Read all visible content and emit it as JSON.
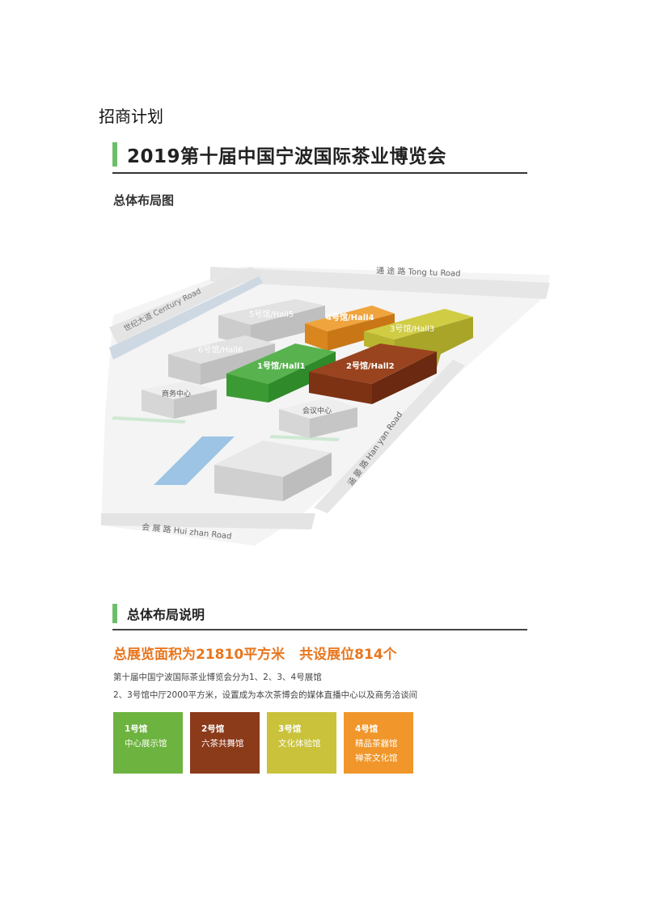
{
  "doc_heading": "招商计划",
  "main_title": "2019第十届中国宁波国际茶业博览会",
  "layout_label": "总体布局图",
  "map": {
    "roads": {
      "century": "世纪大道 Century Road",
      "tongtu": "通 途 路  Tong tu Road",
      "hanyan": "涵 晏 路  Han yan Road",
      "huizhan": "会 展 路  Hui zhan Road"
    },
    "halls": {
      "h1": "1号馆/Hall1",
      "h2": "2号馆/Hall2",
      "h3": "3号馆/Hall3",
      "h4": "4号馆/Hall4",
      "h5": "5号馆/Hall5",
      "h6": "6号馆/Hall6",
      "business": "商务中心",
      "conference": "会议中心"
    },
    "colors": {
      "hall1": "#4aa843",
      "hall2": "#8b3a1a",
      "hall3": "#c5c23a",
      "hall4": "#e89a2e",
      "grey": "#d9d9d9"
    }
  },
  "section2_title": "总体布局说明",
  "highlight": {
    "area": "总展览面积为21810平方米",
    "booths": "共设展位814个"
  },
  "desc": {
    "line1": "第十届中国宁波国际茶业博览会分为1、2、3、4号展馆",
    "line2": "2、3号馆中厅2000平方米，设置成为本次茶博会的媒体直播中心以及商务洽谈间"
  },
  "cards": [
    {
      "title": "1号馆",
      "line1": "中心展示馆",
      "line2": "",
      "color": "#6db33f"
    },
    {
      "title": "2号馆",
      "line1": "六茶共舞馆",
      "line2": "",
      "color": "#8b3a1a"
    },
    {
      "title": "3号馆",
      "line1": "文化体验馆",
      "line2": "",
      "color": "#c9c23a"
    },
    {
      "title": "4号馆",
      "line1": "精品茶器馆",
      "line2": "禅茶文化馆",
      "color": "#f0962a"
    }
  ]
}
